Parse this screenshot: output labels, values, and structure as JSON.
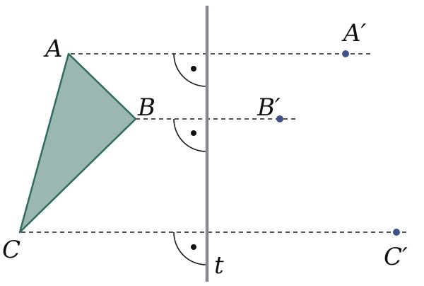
{
  "labels": {
    "A": "A",
    "B": "B",
    "C": "C",
    "A_prime": "A′",
    "B_prime": "B′",
    "C_prime": "C′",
    "axis": "t"
  },
  "colors": {
    "triangle_fill": "#9bb8b0",
    "triangle_stroke": "#2f6b5f",
    "axis_line": "#8a8a93",
    "image_point": "#3e5286",
    "dashed_line": "#1a1a1a"
  },
  "icons": {
    "right_angle_marker": "quarter-arc-with-dot"
  }
}
